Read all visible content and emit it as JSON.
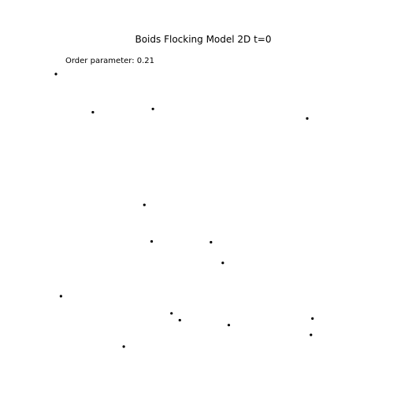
{
  "chart_data": {
    "type": "scatter",
    "title": "Boids Flocking Model 2D t=0",
    "annotation": "Order parameter: 0.21",
    "xlabel": "",
    "ylabel": "",
    "xlim": [
      0,
      1
    ],
    "ylim": [
      0,
      1
    ],
    "grid": false,
    "axes_visible": false,
    "marker_color": "#000000",
    "points": [
      {
        "x": 0.0,
        "y": 1.0
      },
      {
        "x": 0.147,
        "y": 0.86
      },
      {
        "x": 0.386,
        "y": 0.872
      },
      {
        "x": 1.0,
        "y": 0.837
      },
      {
        "x": 0.352,
        "y": 0.52
      },
      {
        "x": 0.381,
        "y": 0.386
      },
      {
        "x": 0.617,
        "y": 0.383
      },
      {
        "x": 0.664,
        "y": 0.307
      },
      {
        "x": 0.02,
        "y": 0.185
      },
      {
        "x": 0.46,
        "y": 0.122
      },
      {
        "x": 0.493,
        "y": 0.097
      },
      {
        "x": 0.688,
        "y": 0.079
      },
      {
        "x": 1.021,
        "y": 0.103
      },
      {
        "x": 1.015,
        "y": 0.043
      },
      {
        "x": 0.27,
        "y": 0.0
      }
    ]
  }
}
